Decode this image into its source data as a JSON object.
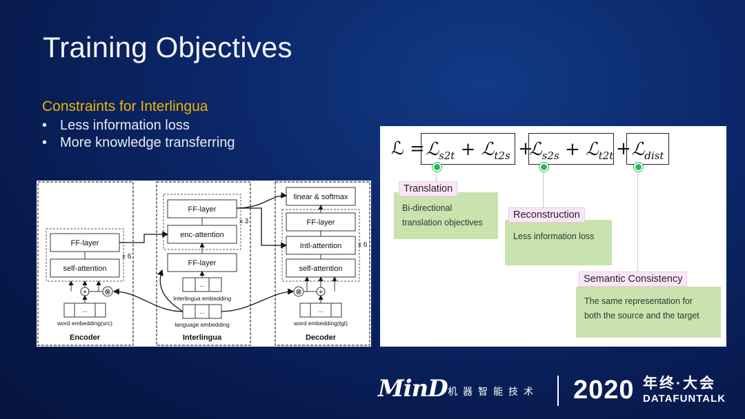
{
  "slide": {
    "title": "Training Objectives",
    "subheading": "Constraints for Interlingua",
    "bullets": [
      "Less information loss",
      "More knowledge transferring"
    ],
    "bullet_glyph": "•"
  },
  "architecture": {
    "encoder": {
      "title": "Encoder",
      "ff_layer": "FF-layer",
      "self_attention": "self-attention",
      "repeat": "x 6",
      "embedding_cells": "...",
      "embedding_label": "word embedding(src)"
    },
    "interlingua": {
      "title": "Interlingua",
      "ff_layer_top": "FF-layer",
      "enc_attention": "enc-attention",
      "repeat": "x 3",
      "ff_layer_bottom": "FF-layer",
      "interlingua_cells": "...",
      "interlingua_embedding_label": "Interlingua embedding",
      "language_cells": "...",
      "language_embedding_label": "language embedding"
    },
    "decoder": {
      "title": "Decoder",
      "output_layer": "linear & softmax",
      "ff_layer": "FF-layer",
      "intl_attention": "Intl-attention",
      "self_attention": "self-attention",
      "repeat": "x 6",
      "embedding_cells": "...",
      "embedding_label": "word embedding(tgt)"
    }
  },
  "objectives": {
    "callouts": [
      {
        "label": "Translation",
        "description": [
          "Bi-directional",
          "translation objectives"
        ]
      },
      {
        "label": "Reconstruction",
        "description": [
          "Less information loss"
        ]
      },
      {
        "label": "Semantic Consistency",
        "description": [
          "The same representation for",
          "both the source and the target"
        ]
      }
    ],
    "connector_color": "#2bb85b",
    "label_bg": "#fbe6f8",
    "box_bg": "#c8e3ad"
  },
  "footer": {
    "logo": "MinD",
    "logo_tagline": "机器智能技术",
    "year": "2020",
    "event_cn": "年终·大会",
    "event_en": "DATAFUNTALK"
  }
}
